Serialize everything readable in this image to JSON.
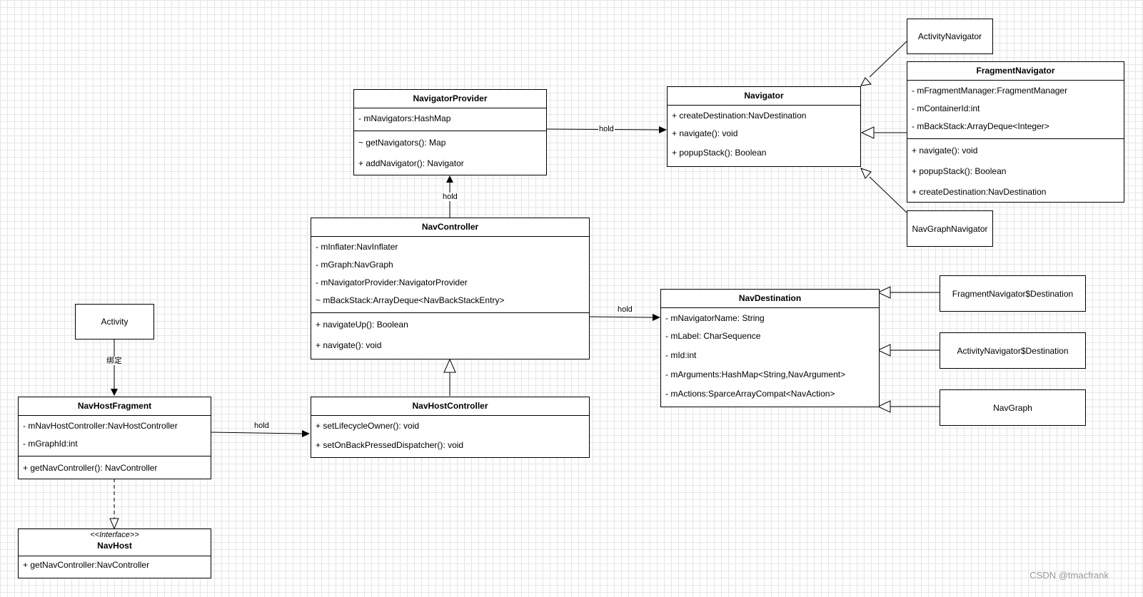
{
  "classes": {
    "navigator_provider": {
      "name": "NavigatorProvider",
      "fields": [
        "- mNavigators:HashMap"
      ],
      "methods": [
        "~ getNavigators(): Map",
        "+ addNavigator(): Navigator"
      ]
    },
    "navigator": {
      "name": "Navigator",
      "methods": [
        "+ createDestination:NavDestination",
        "+ navigate(): void",
        "+ popupStack(): Boolean"
      ]
    },
    "fragment_navigator": {
      "name": "FragmentNavigator",
      "fields": [
        "- mFragmentManager:FragmentManager",
        "- mContainerId:int",
        "- mBackStack:ArrayDeque<Integer>"
      ],
      "methods": [
        "+ navigate(): void",
        "+ popupStack(): Boolean",
        "+ createDestination:NavDestination"
      ]
    },
    "nav_controller": {
      "name": "NavController",
      "fields": [
        "- mInflater:NavInflater",
        "- mGraph:NavGraph",
        "- mNavigatorProvider:NavigatorProvider",
        "~ mBackStack:ArrayDeque<NavBackStackEntry>"
      ],
      "methods": [
        "+ navigateUp(): Boolean",
        "+ navigate(): void"
      ]
    },
    "nav_destination": {
      "name": "NavDestination",
      "fields": [
        "- mNavigatorName: String",
        "- mLabel: CharSequence",
        "- mId:int",
        "- mArguments:HashMap<String,NavArgument>",
        "- mActions:SparceArrayCompat<NavAction>"
      ]
    },
    "nav_host_fragment": {
      "name": "NavHostFragment",
      "fields": [
        "- mNavHostController:NavHostController",
        "- mGraphId:int"
      ],
      "methods": [
        "+ getNavController(): NavController"
      ]
    },
    "nav_host_controller": {
      "name": "NavHostController",
      "methods": [
        "+ setLifecycleOwner(): void",
        "+ setOnBackPressedDispatcher(): void"
      ]
    },
    "nav_host": {
      "stereotype": "<<Interface>>",
      "name": "NavHost",
      "methods": [
        "+ getNavController:NavController"
      ]
    }
  },
  "boxes": {
    "activity_navigator": "ActivityNavigator",
    "nav_graph_navigator": "NavGraphNavigator",
    "activity": "Activity",
    "fragment_navigator_destination": "FragmentNavigator$Destination",
    "activity_navigator_destination": "ActivityNavigator$Destination",
    "nav_graph": "NavGraph"
  },
  "edge_labels": {
    "provider_to_navigator": "hold",
    "controller_to_provider": "hold",
    "controller_to_destination": "hold",
    "fragment_to_controller": "hold",
    "activity_to_fragment": "绑定"
  },
  "watermark": "CSDN @tmacfrank"
}
